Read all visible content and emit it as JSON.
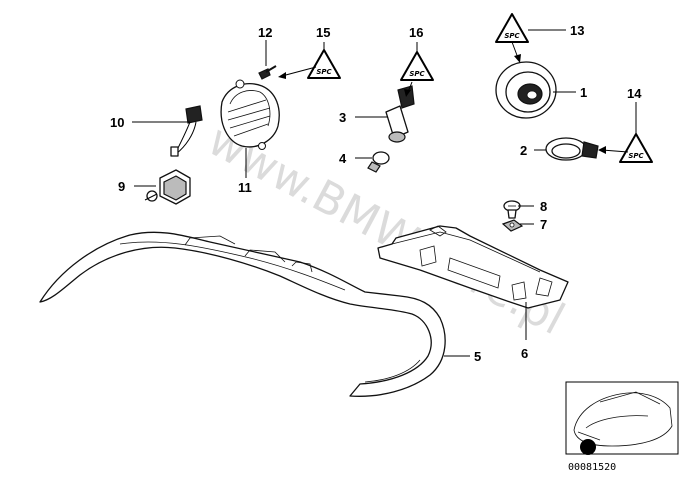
{
  "watermark_text": "www.BMWstore.pl",
  "diagram_code": "00081520",
  "warning_symbol_text": "SPC",
  "callouts": {
    "c1": "1",
    "c2": "2",
    "c3": "3",
    "c4": "4",
    "c5": "5",
    "c6": "6",
    "c7": "7",
    "c8": "8",
    "c9": "9",
    "c10": "10",
    "c11": "11",
    "c12": "12",
    "c13": "13",
    "c14": "14",
    "c15": "15",
    "c16": "16"
  }
}
